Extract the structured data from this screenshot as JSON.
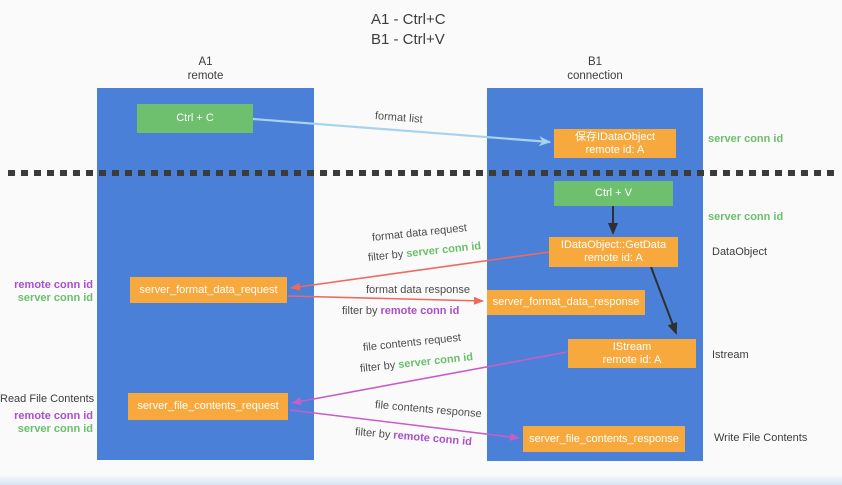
{
  "title": {
    "line1": "A1 - Ctrl+C",
    "line2": "B1 - Ctrl+V"
  },
  "columns": {
    "left": {
      "name": "A1",
      "role": "remote"
    },
    "right": {
      "name": "B1",
      "role": "connection"
    }
  },
  "nodes": {
    "ctrl_c": {
      "label": "Ctrl + C"
    },
    "save_idataobject": {
      "line1": "保存IDataObject",
      "line2": "remote id: A"
    },
    "ctrl_v": {
      "label": "Ctrl + V"
    },
    "getdata": {
      "line1": "IDataObject::GetData",
      "line2": "remote id: A"
    },
    "format_request": {
      "label": "server_format_data_request"
    },
    "format_response": {
      "label": "server_format_data_response"
    },
    "istream": {
      "line1": "IStream",
      "line2": "remote id: A"
    },
    "file_request": {
      "label": "server_file_contents_request"
    },
    "file_response": {
      "label": "server_file_contents_response"
    }
  },
  "labels": {
    "format_list": "format list",
    "format_data_request": "format data request",
    "format_data_response": "format data response",
    "file_contents_request": "file contents request",
    "file_contents_response": "file contents response",
    "filter_by": "filter by",
    "server_conn_id": "server conn id",
    "remote_conn_id": "remote conn id",
    "dataobject": "DataObject",
    "istream": "Istream",
    "read_file_contents": "Read File Contents",
    "write_file_contents": "Write File Contents"
  },
  "colors": {
    "column_blue": "#4a80d8",
    "node_green": "#6ebf6e",
    "node_orange": "#f8a93d",
    "text_green": "#6cbf6c",
    "text_purple": "#aa4fc9",
    "arrow_red": "#ee6a5e",
    "arrow_magenta": "#c75ec7",
    "arrow_blue": "#a8d3f0",
    "arrow_black": "#2f2f2f"
  }
}
